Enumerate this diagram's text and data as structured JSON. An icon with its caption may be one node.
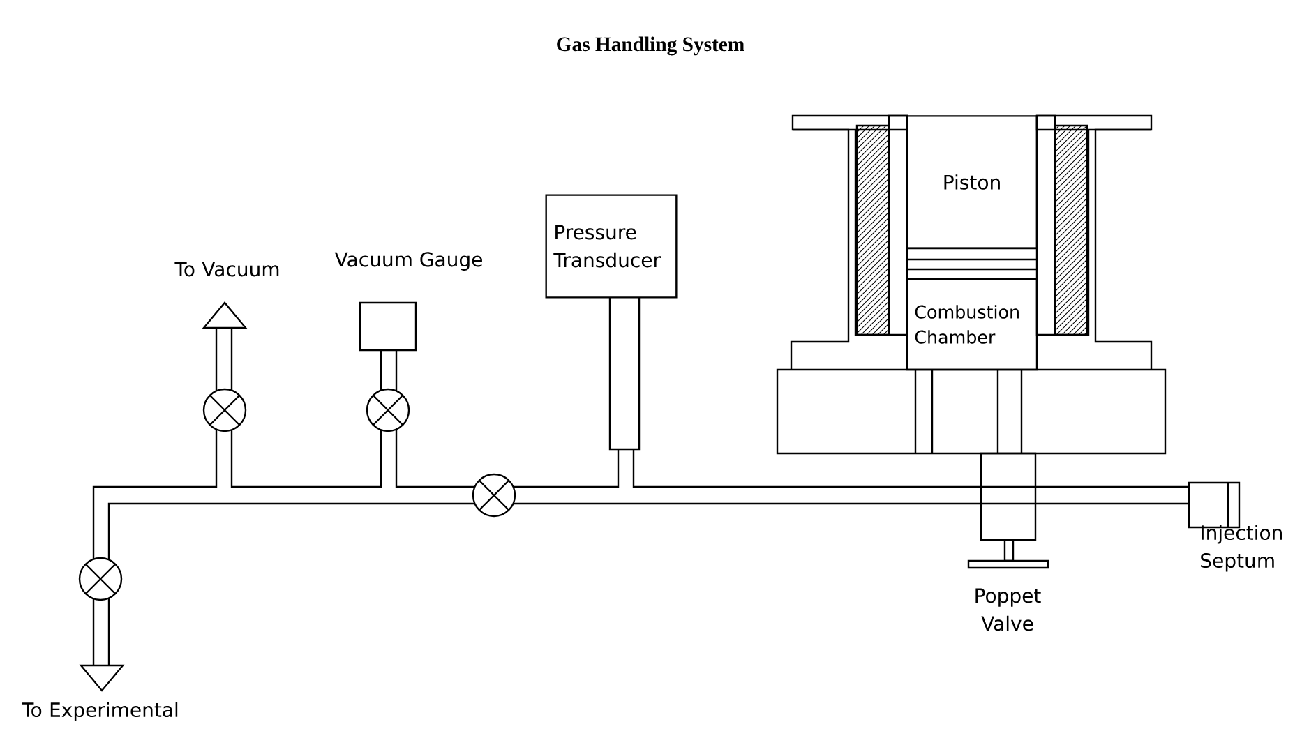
{
  "diagram": {
    "title": "Gas Handling System",
    "nodes": [
      {
        "text": [
          "Vacuum Gauge"
        ]
      },
      {
        "text": [
          "Pressure Transducer"
        ]
      },
      {
        "text": [
          "Piston"
        ]
      },
      {
        "text": [
          "Combustion Chamber"
        ]
      }
    ],
    "labels": [
      "To Vacuum",
      "Injection Septum",
      "Poppet Valve",
      "To Experimental"
    ]
  }
}
